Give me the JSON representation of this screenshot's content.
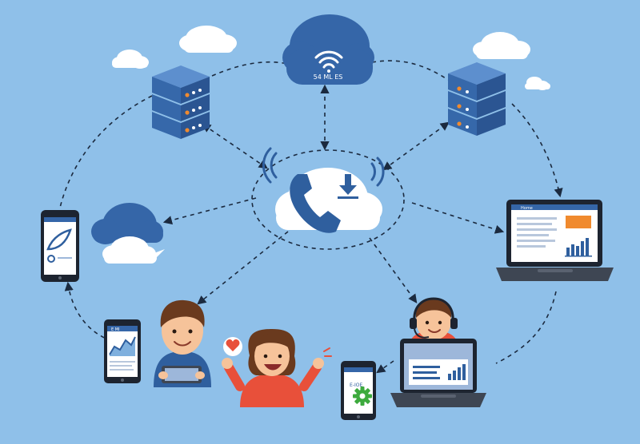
{
  "colors": {
    "background": "#8fc0e9",
    "navy": "#2f5f9e",
    "navy_dark": "#1f3f73",
    "orange": "#f08a2e",
    "green": "#3daa3d",
    "skin": "#f6c39a",
    "red": "#e8503a",
    "white": "#ffffff"
  },
  "top_cloud": {
    "caption": "54 ML ES",
    "icon": "wifi-icon"
  },
  "center_hub": {
    "icon": "phone-handset-icon",
    "download_icon": "download-arrow-icon"
  },
  "laptop_right": {
    "header_text": "Home",
    "icon": "bar-chart-icon"
  },
  "phone_left_bottom": {
    "header_text": "E Ml",
    "icon": "line-chart-icon"
  },
  "phone_right_bottom": {
    "screen_text": "E-IOE",
    "icon": "gear-icon"
  },
  "nodes": [
    "server-top-left",
    "cloud-top",
    "server-top-right",
    "phone-left",
    "cloud-left",
    "central-hub",
    "laptop-right",
    "boy-with-tablet",
    "girl-cheering",
    "support-agent-laptop",
    "phone-gear",
    "phone-chart"
  ],
  "icons": {
    "heart": "heart-icon",
    "headset": "headset-icon",
    "signal": "signal-waves-icon"
  }
}
